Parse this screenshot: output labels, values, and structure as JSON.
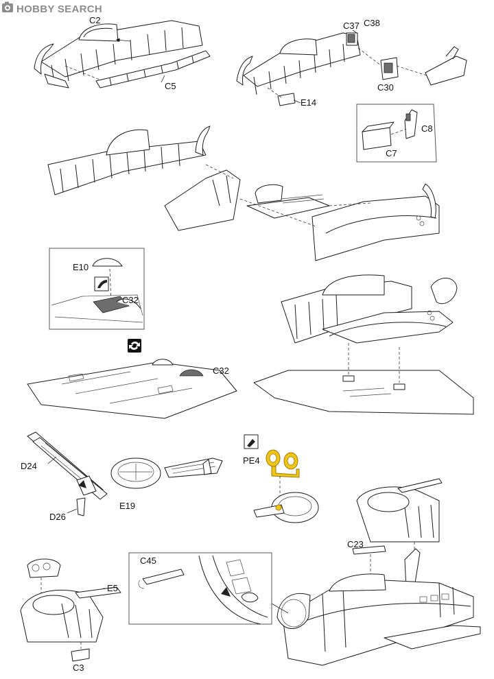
{
  "brand": {
    "logo_text": "HOBBY SEARCH"
  },
  "labels": {
    "c2": "C2",
    "c5": "C5",
    "c37": "C37",
    "c38": "C38",
    "c30": "C30",
    "e14": "E14",
    "c8": "C8",
    "c7": "C7",
    "e10": "E10",
    "c32a": "C32",
    "c32b": "C32",
    "d24": "D24",
    "d26": "D26",
    "e19": "E19",
    "pe4": "PE4",
    "c23": "C23",
    "c45": "C45",
    "e5": "E5",
    "c3": "C3"
  },
  "colors": {
    "photo_etch": "#f0c419",
    "glue_area": "#6d6d6d",
    "logo": "#8c8c8c"
  },
  "icons": [
    "camera-logo-icon",
    "glue-icon",
    "flip-over-icon",
    "photo-etch-icon",
    "arrow-icon"
  ]
}
